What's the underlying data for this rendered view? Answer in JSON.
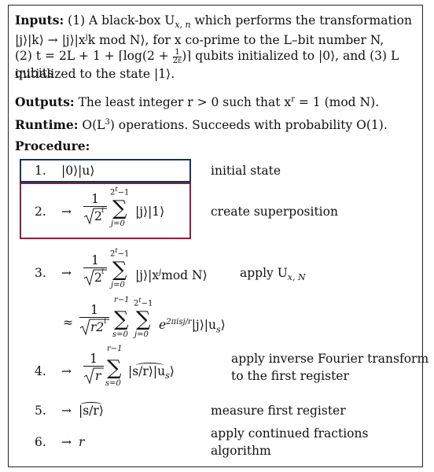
{
  "inputs": {
    "label": "Inputs:",
    "text_line1": " (1) A black-box U",
    "sub1": "x, n",
    "text_line1b": " which performs the transformation",
    "line2": "|j⟩|k⟩ → |j⟩|x",
    "line2_sup": "j",
    "line2b": "k mod N⟩, for x co-prime to the L–bit number N,",
    "line3": "(2) t = 2L + 1 + ⌈log(2 + ",
    "line3_frac_num": "1",
    "line3_frac_den": "2ε",
    "line3b": ")⌉ qubits initialized to |0⟩, and (3) L qubits",
    "line4": "initialized to the state |1⟩."
  },
  "outputs": {
    "label": "Outputs:",
    "text": " The least integer r > 0 such that x",
    "sup": "r",
    "text_b": " = 1 (mod N)."
  },
  "runtime": {
    "label": "Runtime:",
    "text": " O(L",
    "sup": "3",
    "text_b": ") operations. Succeeds with probability O(1)."
  },
  "procedure": {
    "label": "Procedure:",
    "steps": [
      {
        "num": "1.",
        "expr": "|0⟩|u⟩",
        "desc": "initial state"
      },
      {
        "num": "2.",
        "expr": "|j⟩|1⟩",
        "desc": "create superposition"
      },
      {
        "num": "3.",
        "expr": "|j⟩|x",
        "expr_sup": "j",
        "expr_b": "mod N⟩",
        "desc": "apply U",
        "desc_sub": "x, N"
      },
      {
        "num": "",
        "expr": "e",
        "expr_sup": "2πisj/r",
        "expr_b": "|j⟩|u",
        "expr_sub": "s",
        "expr_c": "⟩"
      },
      {
        "num": "4.",
        "expr": "|s/r⟩|u",
        "expr_sub": "s",
        "expr_b": "⟩",
        "desc": "apply inverse Fourier transform",
        "desc2": "to the first register"
      },
      {
        "num": "5.",
        "expr": "|s/r⟩",
        "desc": "measure first register"
      },
      {
        "num": "6.",
        "expr": "r",
        "desc": "apply continued fractions",
        "desc2": "algorithm"
      }
    ]
  },
  "math": {
    "arrow": "→",
    "approx": "≈",
    "one": "1",
    "sqrt_2t": "2",
    "sqrt_2t_sup": "t",
    "sqrt_r2t": "r2",
    "sqrt_r2t_sup": "t",
    "sqrt_r": "r",
    "sigma": "∑",
    "upper_2t": "2",
    "upper_2t_sup": "t",
    "upper_2t_tail": "−1",
    "lower_j": "j=0",
    "upper_r": "r−1",
    "lower_s": "s=0"
  }
}
